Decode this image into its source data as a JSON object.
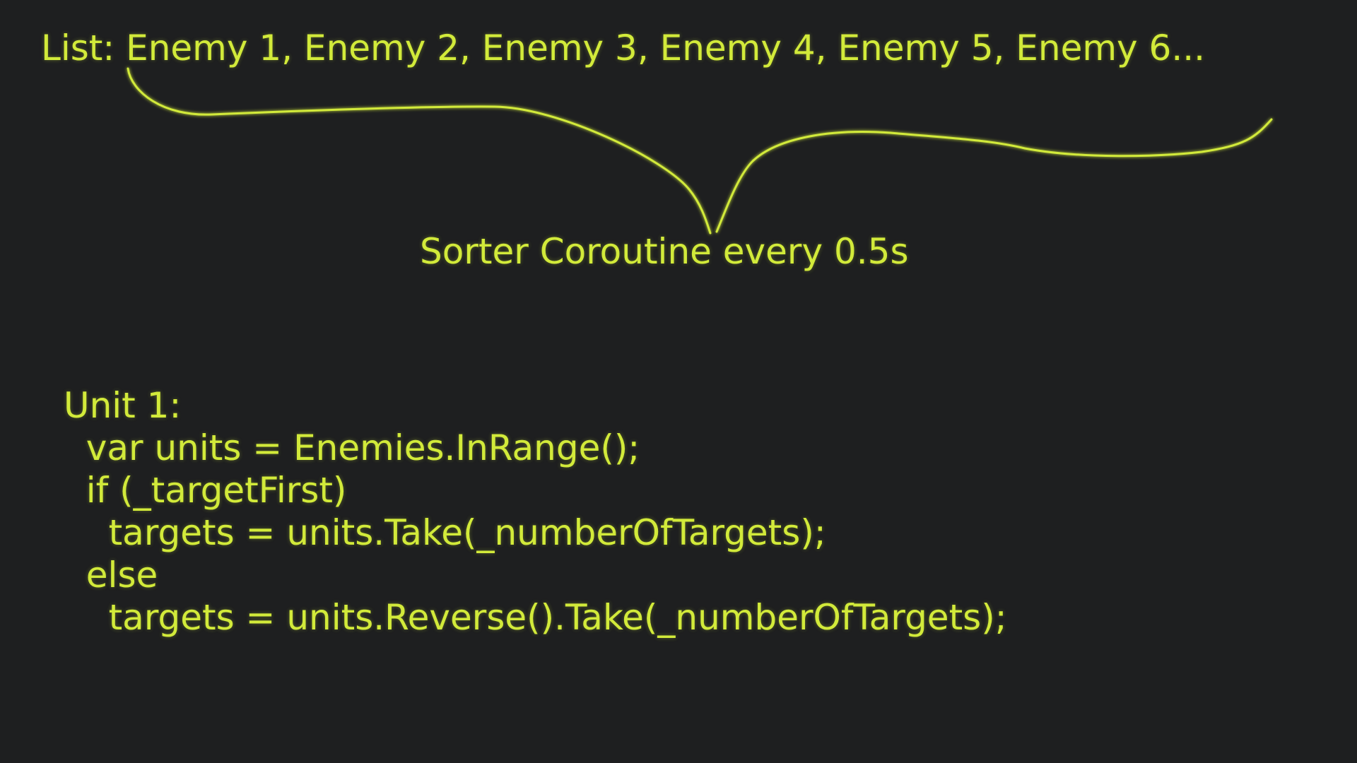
{
  "colors": {
    "background": "#1e1f20",
    "text": "#d2ea3a"
  },
  "list_text": "List: Enemy 1, Enemy 2, Enemy 3, Enemy 4, Enemy 5, Enemy 6...",
  "sorter_label": "Sorter Coroutine every 0.5s",
  "code": {
    "lines": [
      "Unit 1:",
      "  var units = Enemies.InRange();",
      "  if (_targetFirst)",
      "    targets = units.Take(_numberOfTargets);",
      "  else",
      "    targets = units.Reverse().Take(_numberOfTargets);"
    ]
  }
}
